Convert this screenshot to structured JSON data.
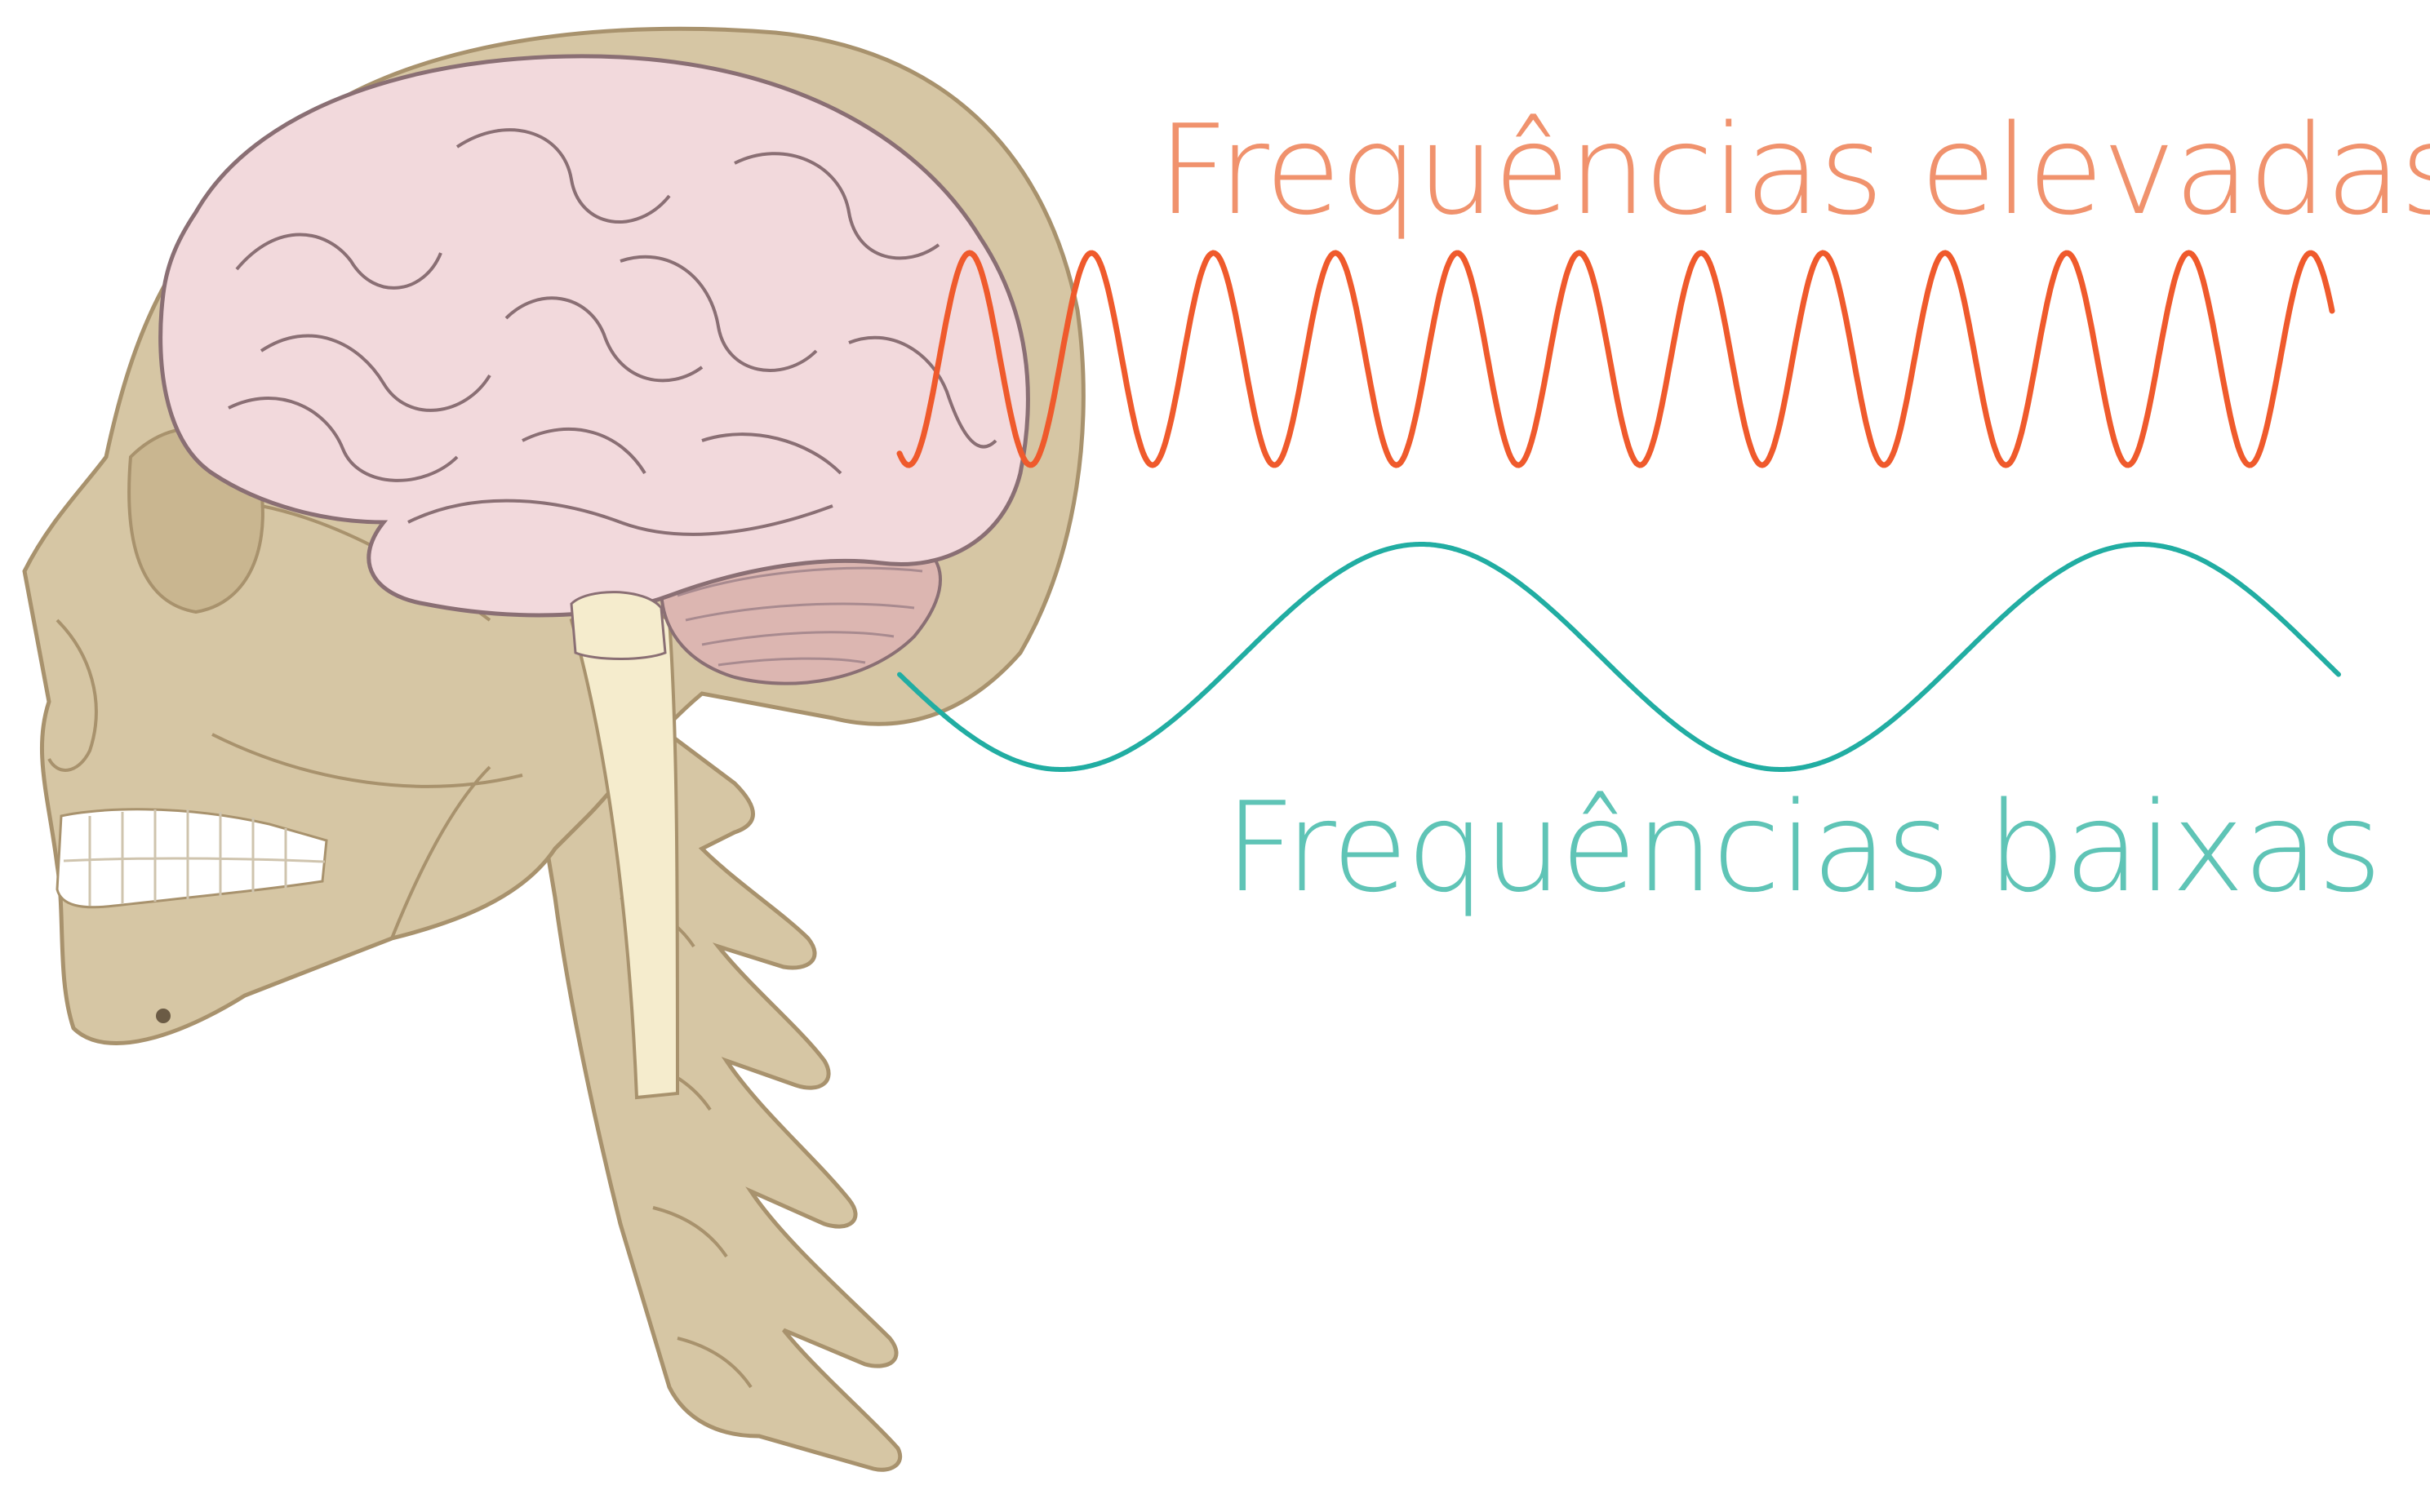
{
  "labels": {
    "high_frequency": "Frequências elevadas",
    "low_frequency": "Frequências baixas"
  },
  "colors": {
    "high_wave": "#ef5a2c",
    "high_text": "#f0926d",
    "low_wave": "#21ada2",
    "low_text": "#5fc4b6",
    "skull": "#d6c6a4",
    "skull_outline": "#a8926d",
    "brain": "#f2d9dc",
    "brain_outline": "#8a6f74",
    "cerebellum": "#dcb6b1",
    "spinal_cord": "#f5eccd",
    "teeth": "#ffffff"
  },
  "waves": {
    "high": {
      "cycles": 12
    },
    "low": {
      "cycles": 2
    }
  },
  "illustration": "skull-with-brain-side-view"
}
